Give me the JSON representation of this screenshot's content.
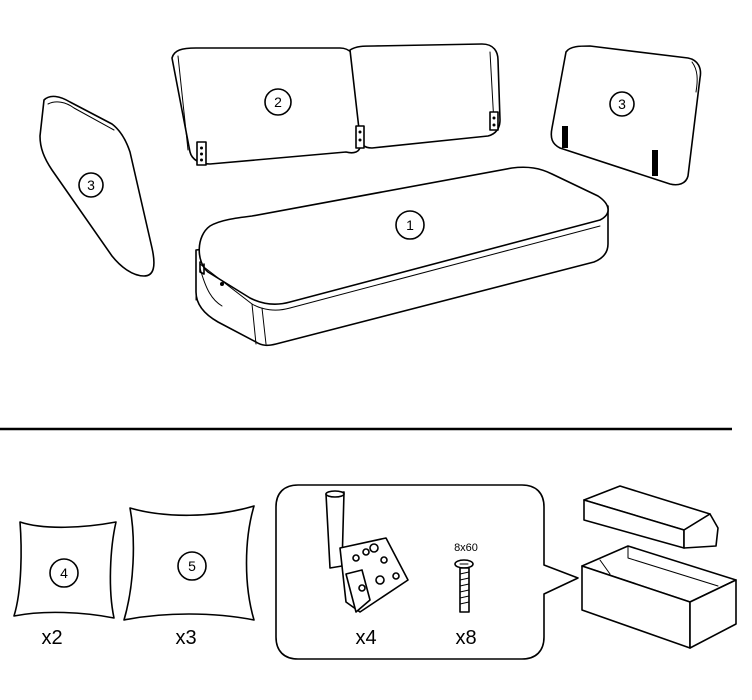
{
  "callouts": {
    "seat": "1",
    "backrest": "2",
    "side_cushion_left": "3",
    "side_cushion_right": "3",
    "pillow_small": "4",
    "pillow_large": "5"
  },
  "quantities": {
    "pillow_small": "x2",
    "pillow_large": "x3",
    "legs": "x4",
    "screws": "x8"
  },
  "hardware": {
    "screw_size": "8x60"
  },
  "colors": {
    "line": "#000000",
    "fill": "#ffffff"
  }
}
